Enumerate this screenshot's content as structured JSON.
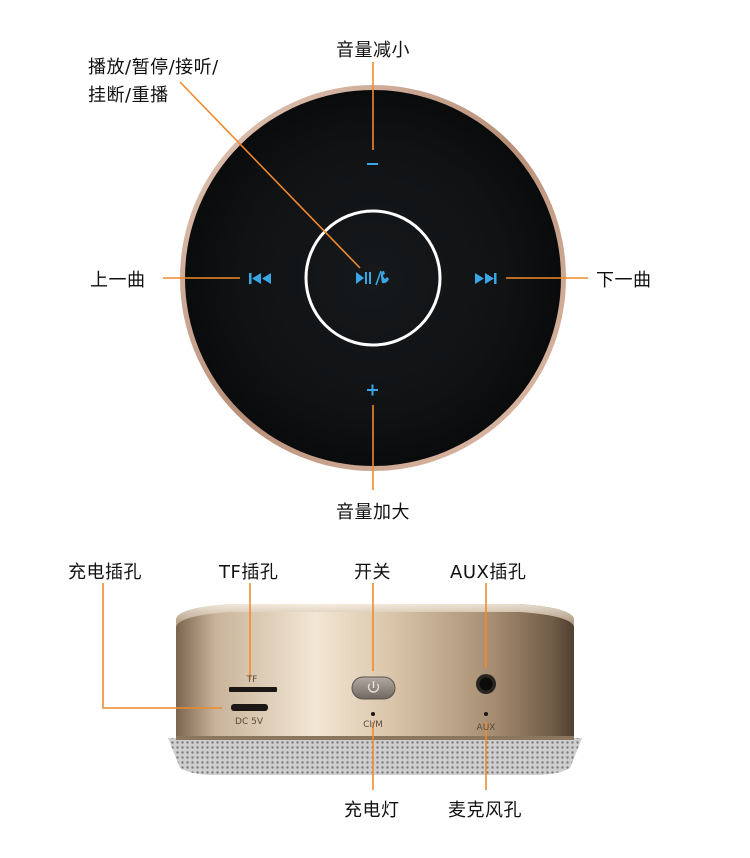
{
  "top_labels": {
    "play_pause": "播放/暂停/接听/",
    "play_pause_line2": "挂断/重播",
    "volume_down": "音量减小",
    "volume_up": "音量加大",
    "prev_track": "上一曲",
    "next_track": "下一曲"
  },
  "bottom_labels": {
    "charge_port": "充电插孔",
    "tf_slot": "TF插孔",
    "power_switch": "开关",
    "aux_port": "AUX插孔",
    "charge_light": "充电灯",
    "microphone": "麦克风孔"
  },
  "device_markings": {
    "tf": "TF",
    "dc": "DC 5V",
    "mode": "CI/M",
    "aux": "AUX"
  },
  "colors": {
    "accent_line": "#f08a2c",
    "icon_blue": "#3aa6e6",
    "ring_gold": "#c9a28c",
    "face_black": "#121416"
  }
}
